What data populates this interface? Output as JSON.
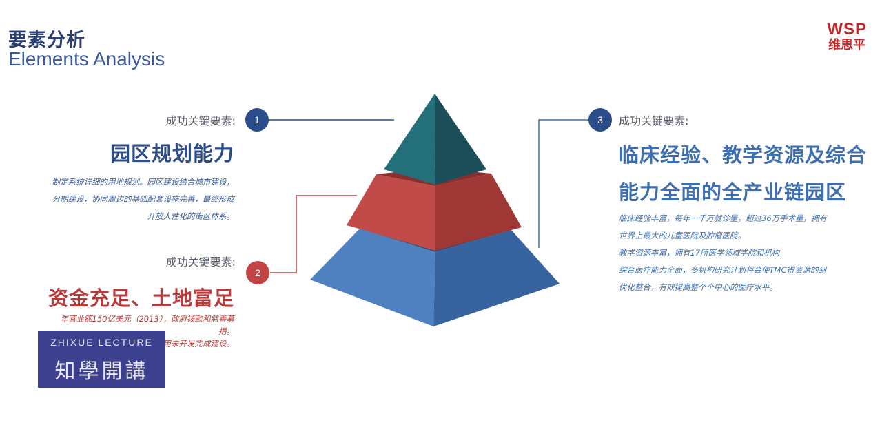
{
  "header": {
    "title_cn": "要素分析",
    "title_en": "Elements Analysis"
  },
  "logo": {
    "en": "WSP",
    "cn": "维思平"
  },
  "colors": {
    "tier1_front": "#1f5a66",
    "tier2_front": "#c14b48",
    "tier3_front": "#4f80c0",
    "accent_blue": "#2b4c8a",
    "accent_red": "#b83a3a"
  },
  "factors": [
    {
      "number": "1",
      "label": "成功关键要素:",
      "heading": "园区规划能力",
      "description_lines": [
        "制定系统详细的用地规划。园区建设结合城市建设，",
        "分期建设，协同周边的基础配套设施完善，最终形成",
        "开放人性化的街区体系。"
      ]
    },
    {
      "number": "2",
      "label": "成功关键要素:",
      "heading": "资金充足、土地富足",
      "description_lines": [
        "年营业额150亿美元（2013），政府拨款和慈善募",
        "捐。",
        "周边有充分公里土地用未开发完成建设。"
      ]
    },
    {
      "number": "3",
      "label": "成功关键要素:",
      "heading_lines": [
        "临床经验、教学资源及综合",
        "能力全面的全产业链园区"
      ],
      "description_lines": [
        "临床经验丰富，每年一千万就诊量，超过36万手术量，拥有",
        "世界上最大的儿童医院及肿瘤医院。",
        "教学资源丰富，拥有17所医学领域学院和机构",
        "综合医疗能力全面，多机构研究计划将会使TMC得资源的到",
        "优化整合，有效提高整个个中心的医疗水平。"
      ]
    }
  ],
  "watermark": {
    "top": "ZHIXUE LECTURE",
    "bottom": "知學開講"
  }
}
